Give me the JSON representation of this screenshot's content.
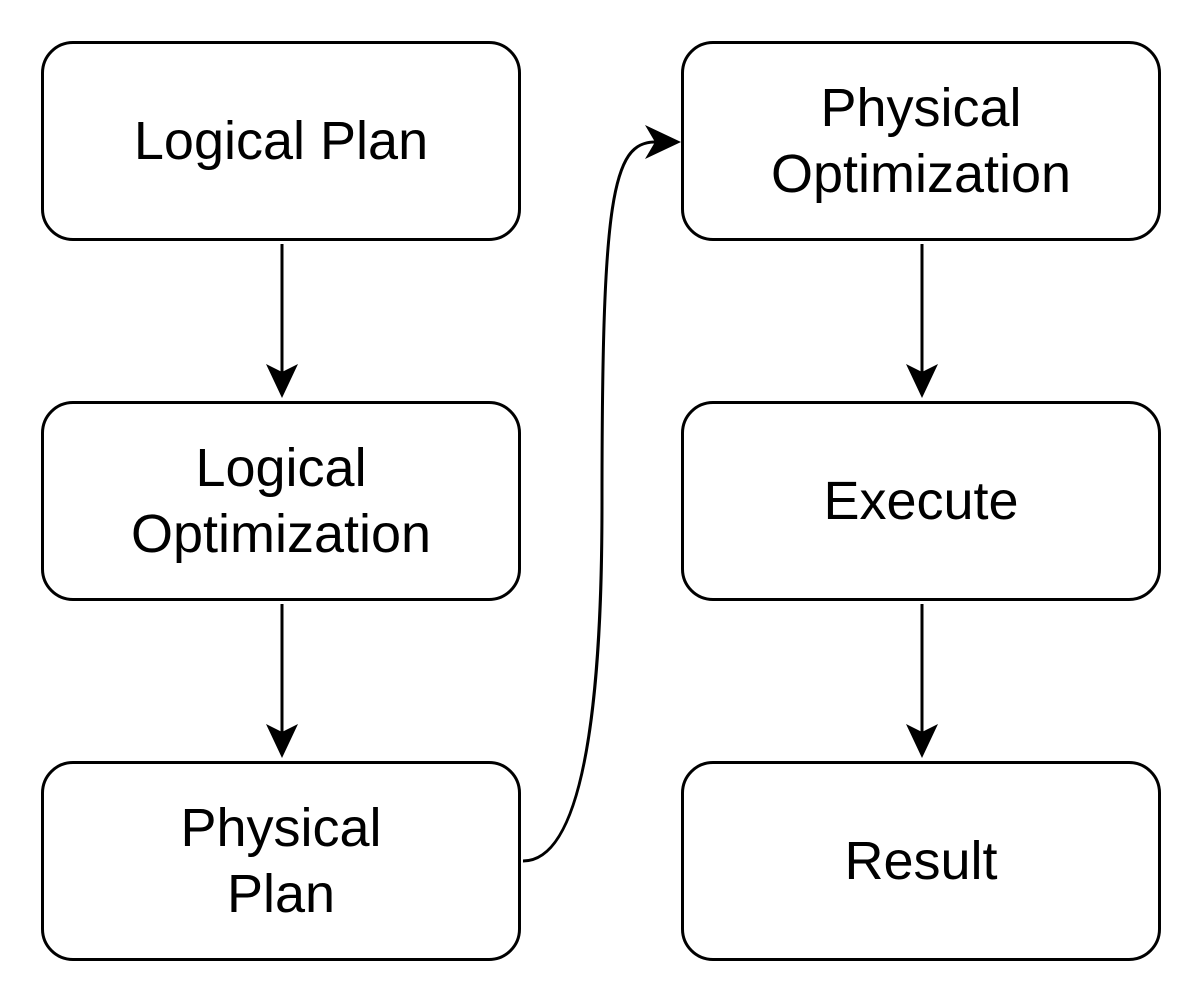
{
  "diagram": {
    "nodes": [
      {
        "id": "logical-plan",
        "label": "Logical Plan"
      },
      {
        "id": "logical-optimization",
        "label": "Logical\nOptimization"
      },
      {
        "id": "physical-plan",
        "label": "Physical\nPlan"
      },
      {
        "id": "physical-optimization",
        "label": "Physical\nOptimization"
      },
      {
        "id": "execute",
        "label": "Execute"
      },
      {
        "id": "result",
        "label": "Result"
      }
    ],
    "edges": [
      {
        "from": "logical-plan",
        "to": "logical-optimization"
      },
      {
        "from": "logical-optimization",
        "to": "physical-plan"
      },
      {
        "from": "physical-plan",
        "to": "physical-optimization"
      },
      {
        "from": "physical-optimization",
        "to": "execute"
      },
      {
        "from": "execute",
        "to": "result"
      }
    ],
    "colors": {
      "stroke": "#000000",
      "fill": "#ffffff",
      "text": "#000000"
    }
  }
}
